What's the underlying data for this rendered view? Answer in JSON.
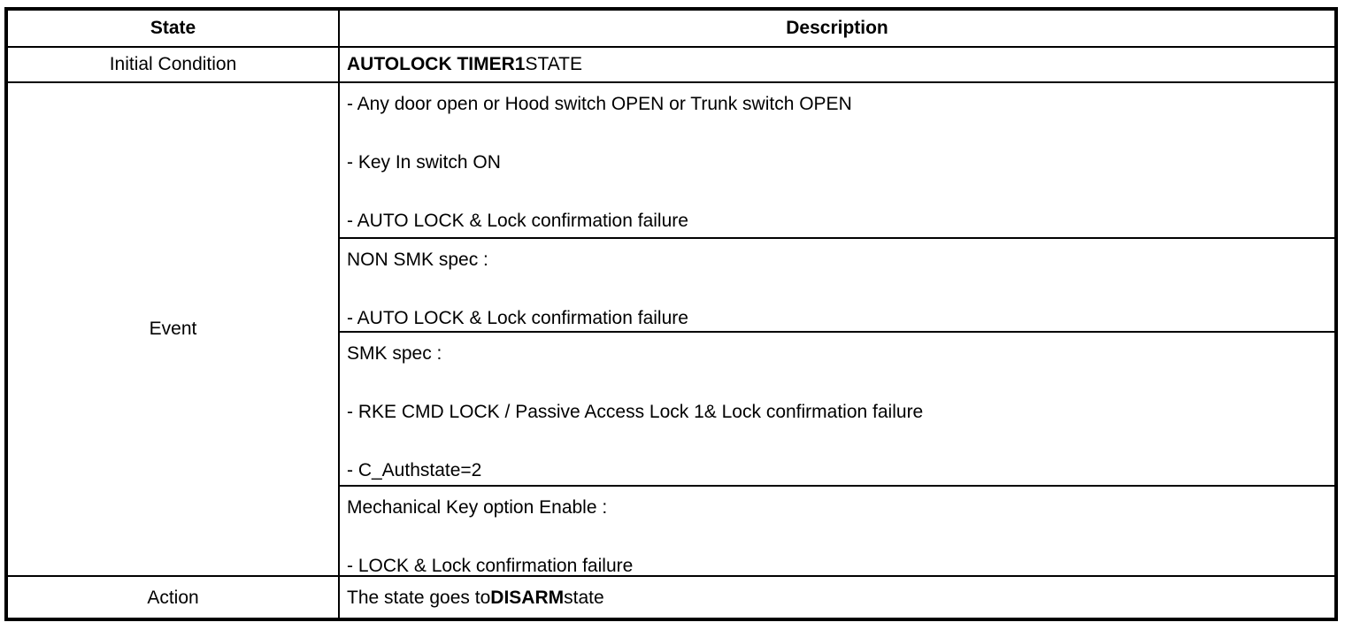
{
  "table": {
    "header": {
      "state": "State",
      "description": "Description"
    },
    "rows": {
      "initial": {
        "label": "Initial Condition",
        "value_bold": "AUTOLOCK TIMER1",
        "value_regular": "STATE"
      },
      "event": {
        "label": "Event",
        "groups": [
          {
            "lines": [
              "- Any door open or Hood switch OPEN or Trunk switch OPEN",
              "- Key In switch ON",
              "- AUTO LOCK & Lock confirmation failure"
            ]
          },
          {
            "lines": [
              "NON SMK spec :",
              "- AUTO LOCK & Lock confirmation failure"
            ]
          },
          {
            "lines": [
              "SMK spec :",
              "- RKE CMD LOCK / Passive Access Lock 1& Lock confirmation failure",
              "- C_Authstate=2"
            ]
          },
          {
            "lines": [
              "Mechanical Key option Enable :",
              "- LOCK & Lock confirmation failure"
            ]
          }
        ]
      },
      "action": {
        "label": "Action",
        "value_prefix": "The state goes to",
        "value_bold": "DISARM",
        "value_suffix": "state"
      }
    },
    "colors": {
      "border": "#000000",
      "background": "#ffffff",
      "text": "#000000"
    }
  }
}
